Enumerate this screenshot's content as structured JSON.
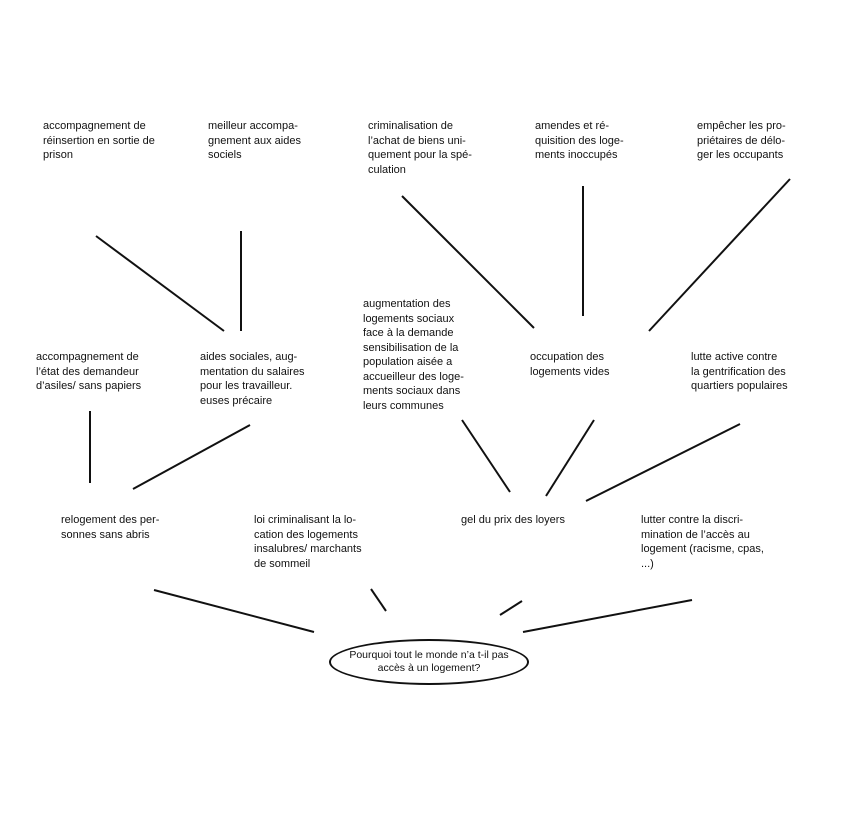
{
  "diagram": {
    "central_question": "Pourquoi tout le monde n’a t-il pas\naccès à un logement?",
    "nodes": {
      "accompagnement_prison": "accompagnement de\nréinsertion en sortie de\nprison",
      "meilleur_accompagnement": "meilleur accompa-\ngnement aux aides\nsociels",
      "criminalisation_achat": "criminalisation de\nl’achat de biens uni-\nquement pour la spé-\nculation",
      "amendes_requisition": "amendes et ré-\nquisition des loge-\nments inoccupés",
      "empecher_proprietaires": "empêcher les pro-\npriétaires de délo-\nger les occupants",
      "accompagnement_asiles": "accompagnement de\nl’état des demandeur\nd’asiles/ sans papiers",
      "aides_sociales": "aides sociales, aug-\nmentation du salaires\npour les travailleur.\neuses précaire",
      "augmentation_logements": "augmentation des\nlogements sociaux\nface à la demande\n sensibilisation de la\npopulation aisée a\naccueilleur des loge-\nments sociaux dans\nleurs communes",
      "occupation_vides": "occupation des\nlogements vides",
      "lutte_gentrification": "lutte active contre\nla gentrification des\nquartiers populaires",
      "relogement_sans_abris": "relogement des per-\nsonnes sans abris",
      "loi_criminalisant": "loi criminalisant la lo-\ncation des logements\ninsalubres/ marchants\nde sommeil",
      "gel_loyers": "gel du prix des loyers",
      "discrimination": "lutter contre la discri-\nmination de l’accès au\nlogement (racisme, cpas,\n...)"
    }
  }
}
